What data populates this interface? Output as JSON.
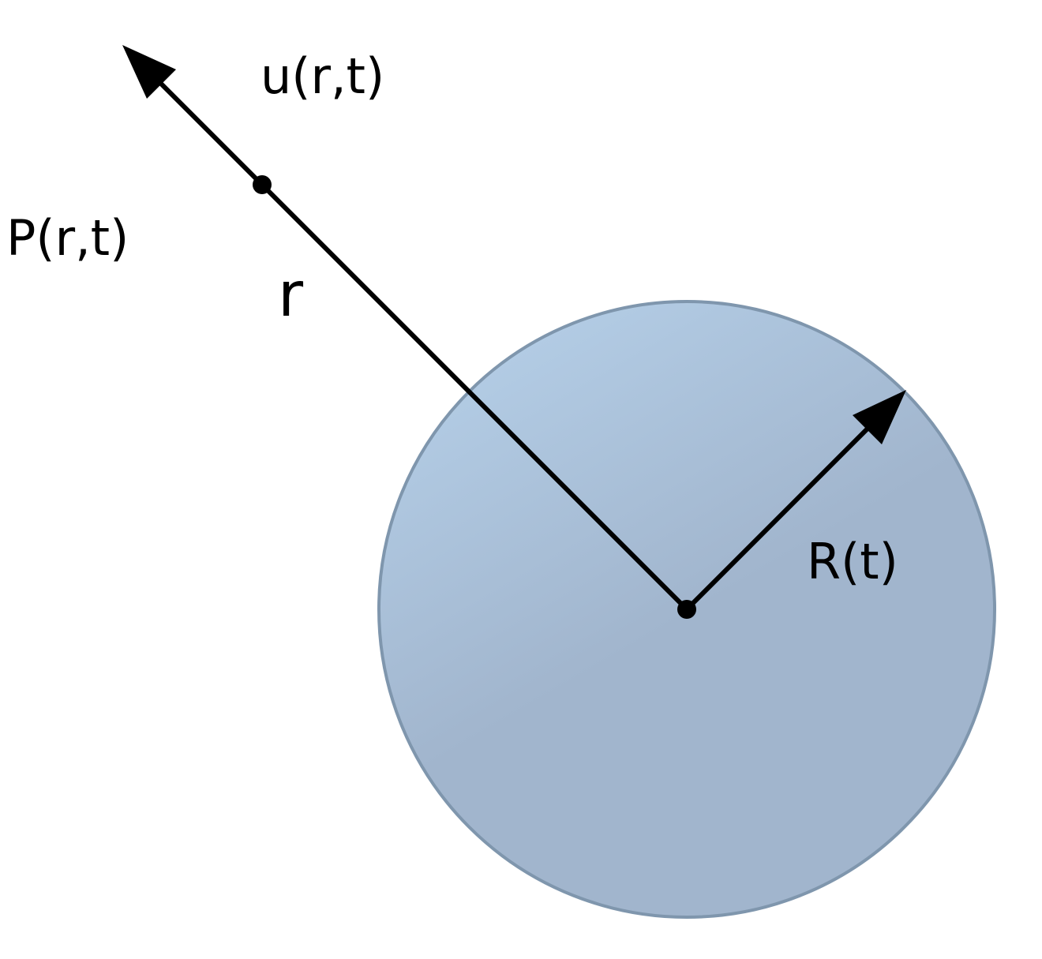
{
  "labels": {
    "velocity": "u(r,t)",
    "pressure": "P(r,t)",
    "distance": "r",
    "radius": "R(t)"
  },
  "colors": {
    "bubble_fill_top": "#b8d3ec",
    "bubble_fill_bottom": "#a1b5cd",
    "bubble_stroke": "#7f96ad",
    "ink": "#000000"
  }
}
